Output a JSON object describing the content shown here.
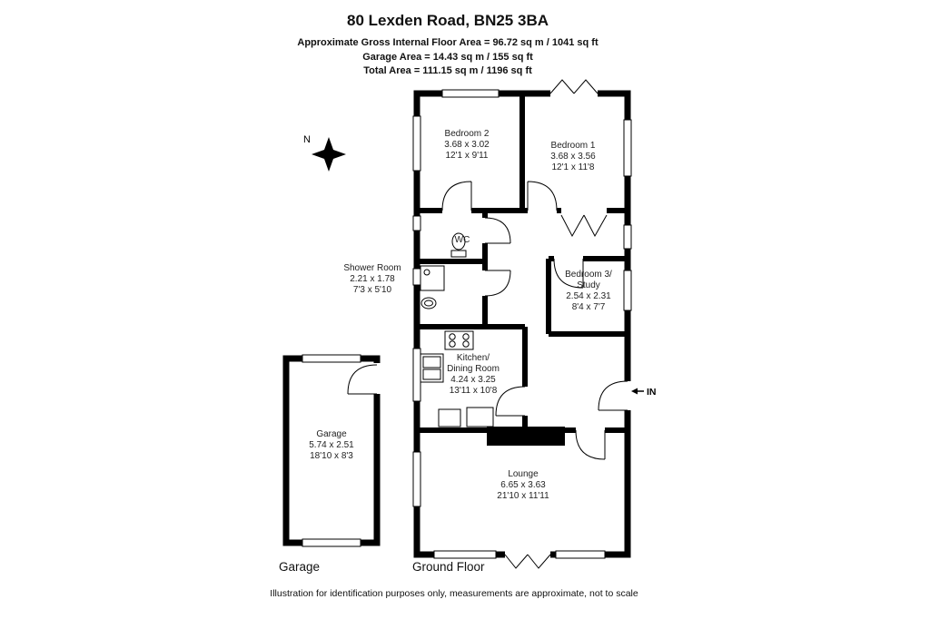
{
  "header": {
    "title": "80 Lexden Road, BN25 3BA",
    "line1": "Approximate Gross Internal Floor Area = 96.72 sq m / 1041 sq ft",
    "line2": "Garage Area = 14.43 sq m / 155 sq ft",
    "line3": "Total Area = 111.15 sq m / 1196 sq ft"
  },
  "compass": {
    "north": "N"
  },
  "rooms": {
    "bedroom2": {
      "name": "Bedroom 2",
      "metric": "3.68 x 3.02",
      "imperial": "12'1 x 9'11"
    },
    "bedroom1": {
      "name": "Bedroom 1",
      "metric": "3.68 x 3.56",
      "imperial": "12'1 x 11'8"
    },
    "wc": {
      "name": "WC"
    },
    "shower_room": {
      "name": "Shower Room",
      "metric": "2.21 x 1.78",
      "imperial": "7'3 x 5'10"
    },
    "bedroom3": {
      "name_line1": "Bedroom 3/",
      "name_line2": "Study",
      "metric": "2.54 x 2.31",
      "imperial": "8'4 x 7'7"
    },
    "kitchen": {
      "name_line1": "Kitchen/",
      "name_line2": "Dining Room",
      "metric": "4.24 x 3.25",
      "imperial": "13'11 x 10'8"
    },
    "lounge": {
      "name": "Lounge",
      "metric": "6.65 x 3.63",
      "imperial": "21'10 x 11'11"
    },
    "garage": {
      "name": "Garage",
      "metric": "5.74 x 2.51",
      "imperial": "18'10 x 8'3"
    }
  },
  "entrance": {
    "label": "IN"
  },
  "captions": {
    "garage": "Garage",
    "ground_floor": "Ground Floor"
  },
  "footer": {
    "disclaimer": "Illustration for identification purposes only, measurements are approximate, not to scale"
  },
  "colors": {
    "wall": "#000000",
    "text": "#222222",
    "background": "#ffffff"
  }
}
